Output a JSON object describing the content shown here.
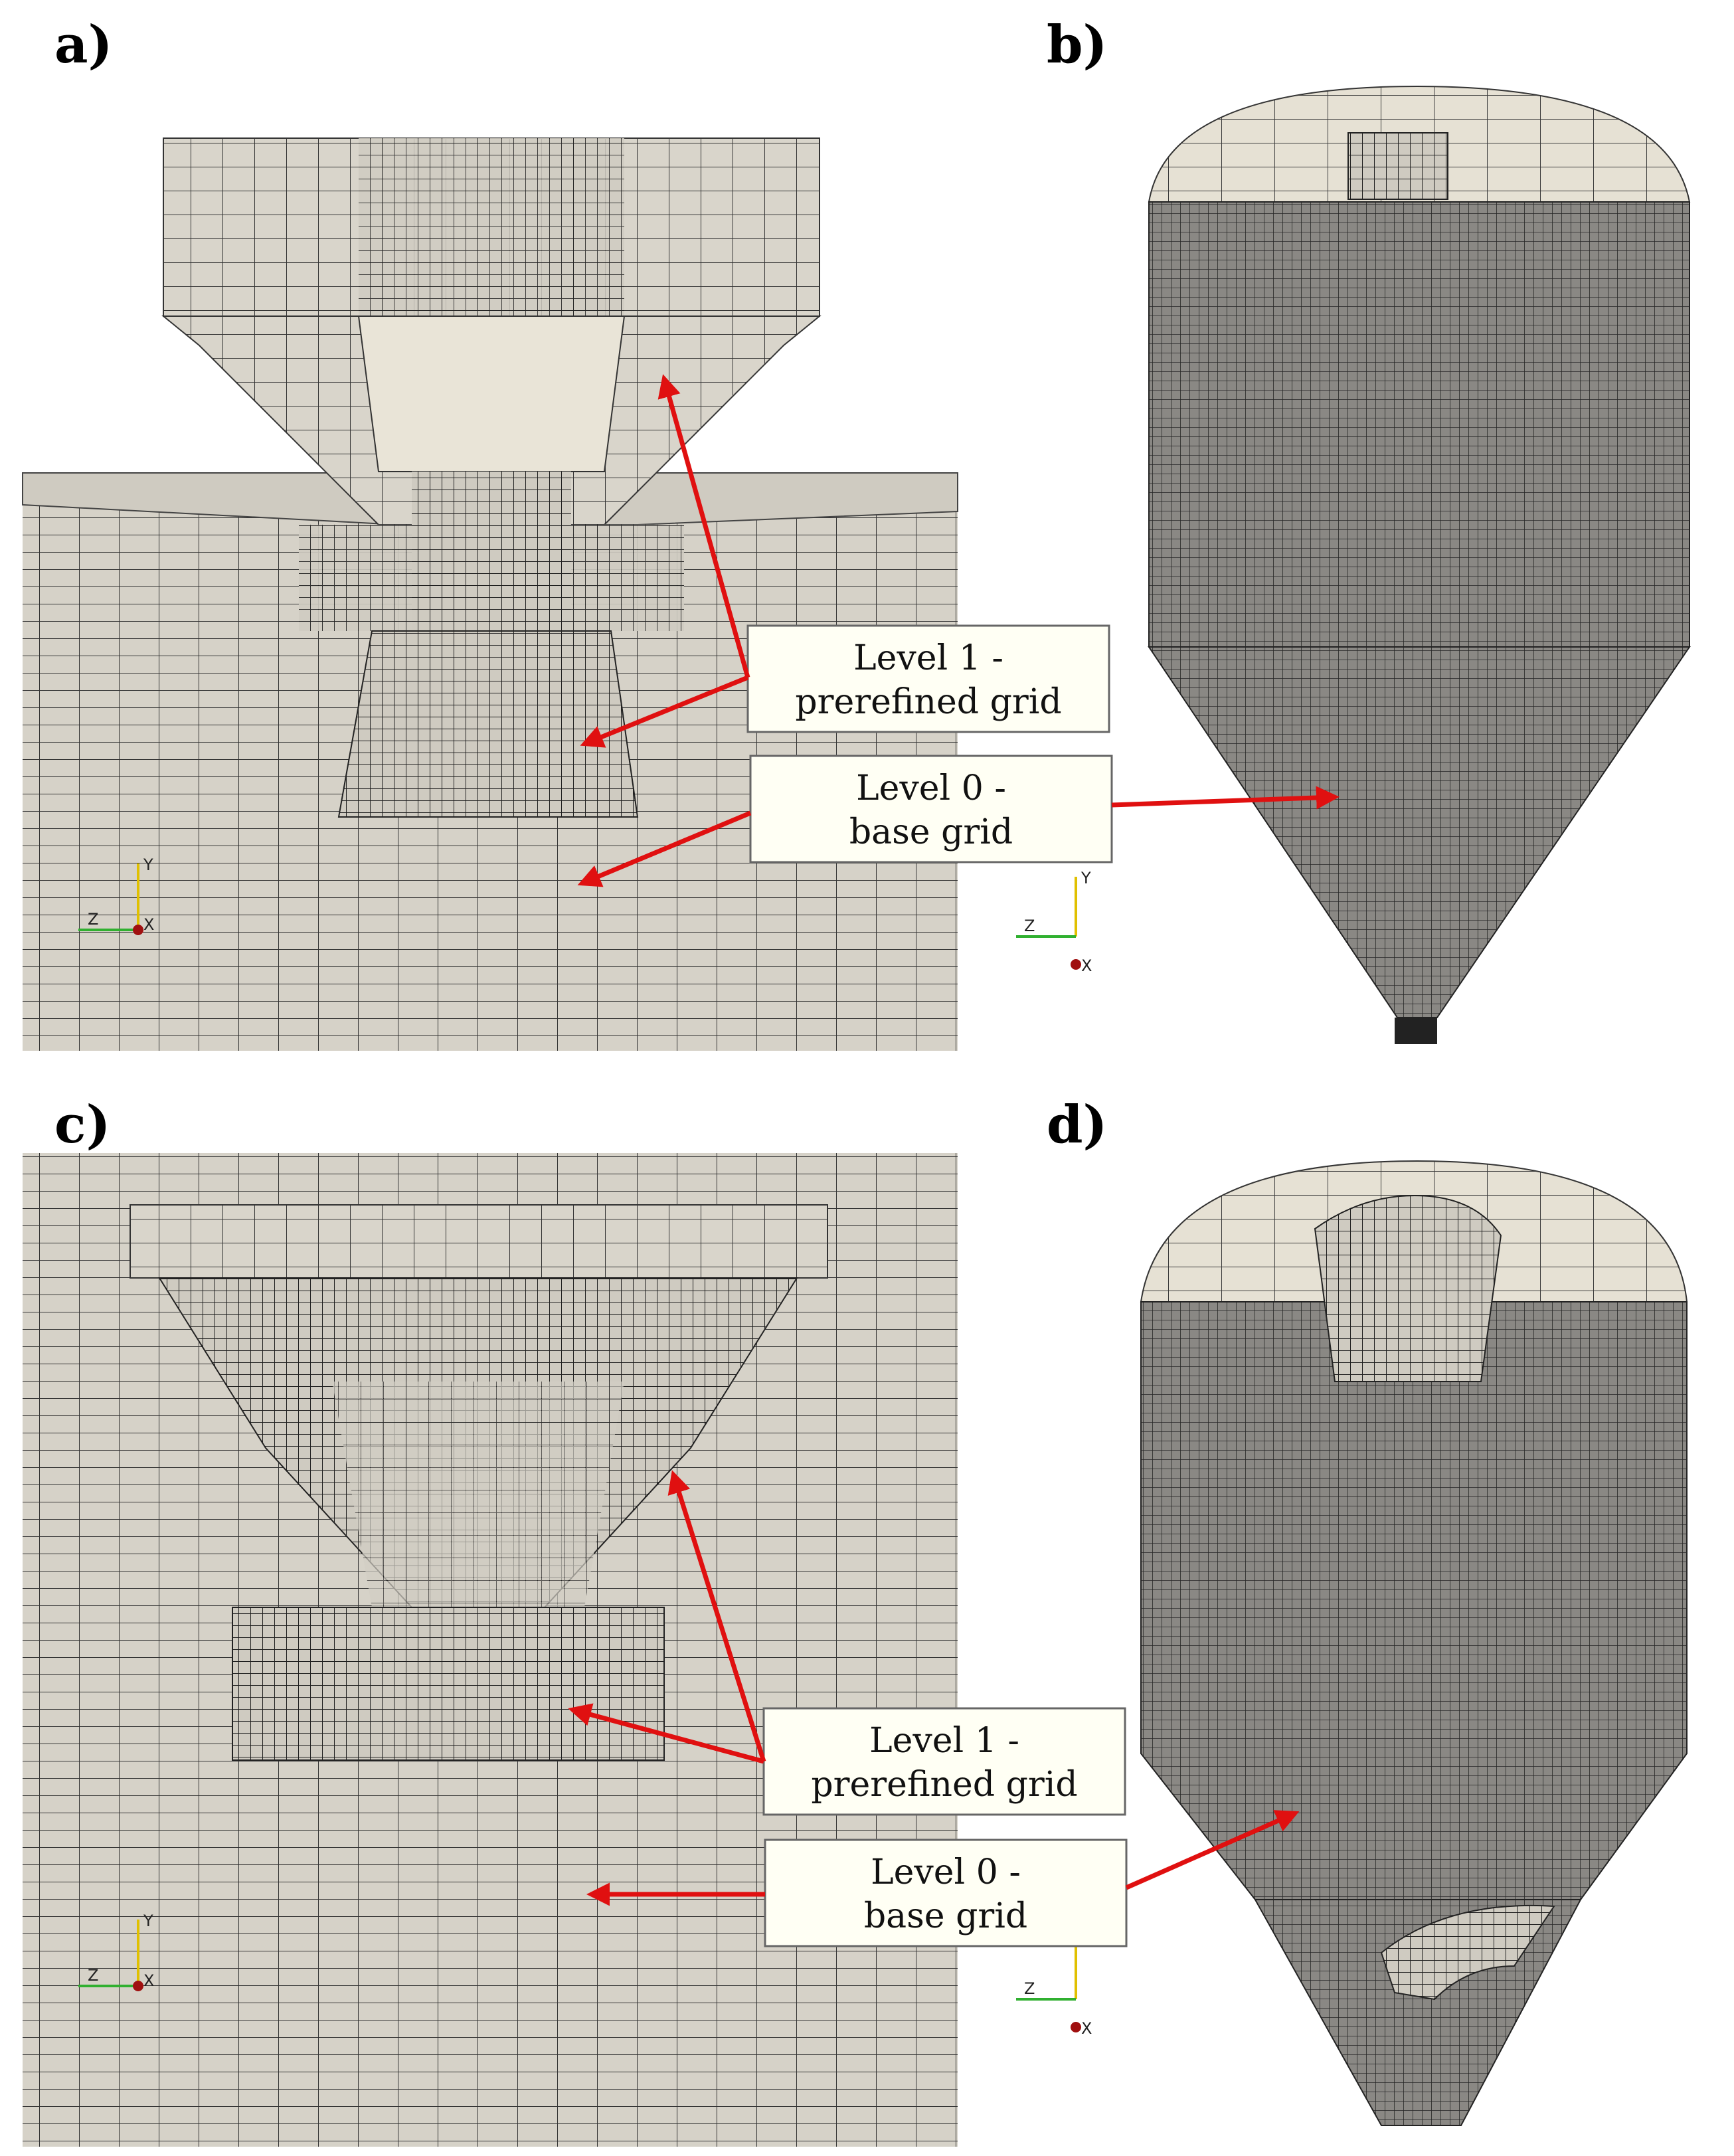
{
  "panels": [
    {
      "letter": "a)"
    },
    {
      "letter": "b)"
    },
    {
      "letter": "c)"
    },
    {
      "letter": "d)"
    }
  ],
  "callouts": {
    "level1": {
      "line1": "Level 1 -",
      "line2": "prerefined grid"
    },
    "level0": {
      "line1": "Level 0 -",
      "line2": "base grid"
    }
  },
  "axes": {
    "y": "Y",
    "z": "Z",
    "x": "X"
  },
  "colors": {
    "mesh_face": "#d2cec4",
    "mesh_face_light": "#e6e1d4",
    "mesh_dense": "#7c7a76",
    "grid_line": "#2a2a2a",
    "arrow": "#e01010",
    "callout_bg": "#fffff4",
    "axis_y": "#e0c000",
    "axis_z": "#30b030",
    "axis_x": "#a01010"
  }
}
